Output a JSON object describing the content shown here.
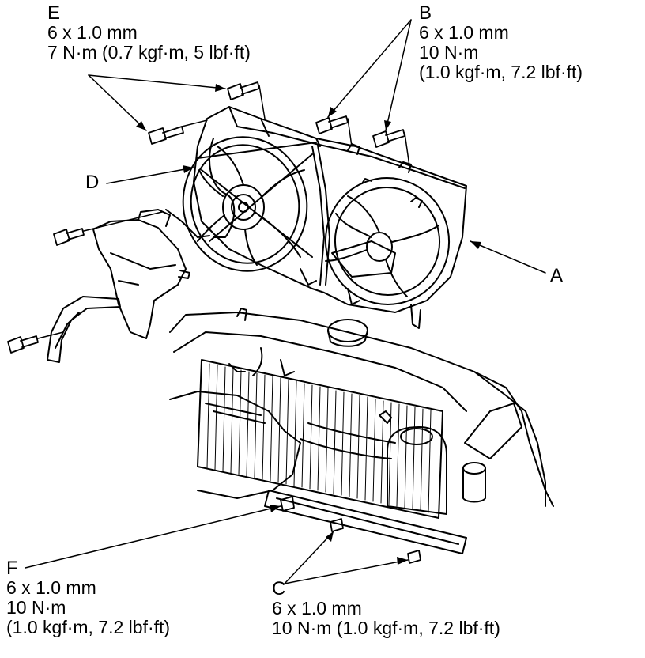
{
  "labels": {
    "E": {
      "letter": "E",
      "size": "6 x 1.0 mm",
      "torque": "7 N·m (0.7 kgf·m, 5 lbf·ft)"
    },
    "B": {
      "letter": "B",
      "size": "6 x 1.0 mm",
      "torque": "10 N·m",
      "torque_alt": "(1.0 kgf·m, 7.2 lbf·ft)"
    },
    "D": {
      "letter": "D"
    },
    "A": {
      "letter": "A"
    },
    "F": {
      "letter": "F",
      "size": "6 x 1.0 mm",
      "torque": "10 N·m",
      "torque_alt": "(1.0 kgf·m, 7.2 lbf·ft)"
    },
    "C": {
      "letter": "C",
      "size": "6 x 1.0 mm",
      "torque": "10 N·m (1.0 kgf·m, 7.2 lbf·ft)"
    }
  },
  "colors": {
    "ink": "#000000",
    "paper": "#ffffff"
  }
}
